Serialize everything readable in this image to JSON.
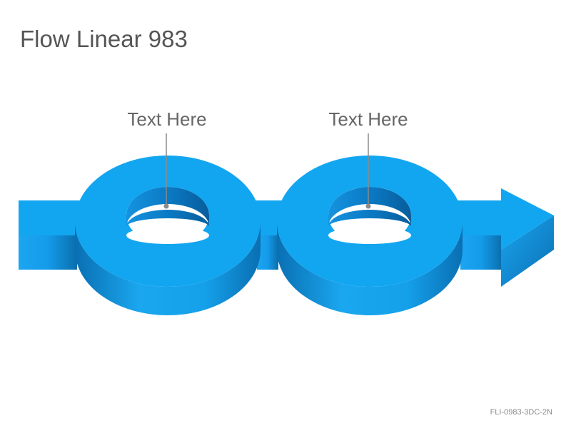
{
  "title": "Flow Linear 983",
  "callouts": [
    {
      "label": "Text Here"
    },
    {
      "label": "Text Here"
    }
  ],
  "footer_code": "FLI-0983-3DC-2N",
  "colors": {
    "top": "#13a6f0",
    "side_dark": "#0b7fc6",
    "side_mid": "#17a3ec",
    "inner": "#0a78be",
    "leader": "#8a8a8a",
    "text": "#666666"
  }
}
